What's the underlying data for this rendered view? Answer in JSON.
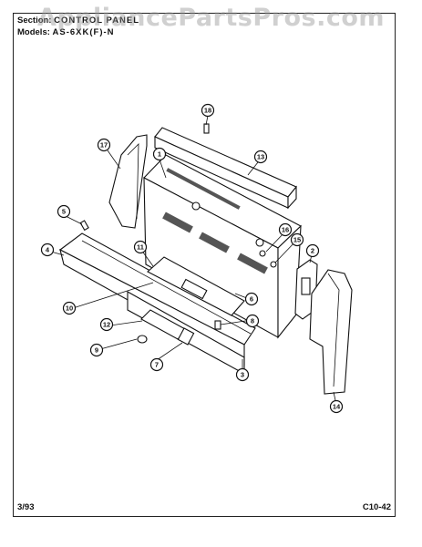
{
  "header": {
    "section_label": "Section:",
    "section_value": "CONTROL PANEL",
    "models_label": "Models:",
    "models_value": "AS-6XK(F)-N"
  },
  "watermark": "AppliancePartsPros.com",
  "footer": {
    "date": "3/93",
    "page_code": "C10-42"
  },
  "callouts": [
    "1",
    "2",
    "3",
    "4",
    "5",
    "6",
    "7",
    "8",
    "9",
    "10",
    "11",
    "12",
    "13",
    "14",
    "15",
    "16",
    "17",
    "18"
  ]
}
